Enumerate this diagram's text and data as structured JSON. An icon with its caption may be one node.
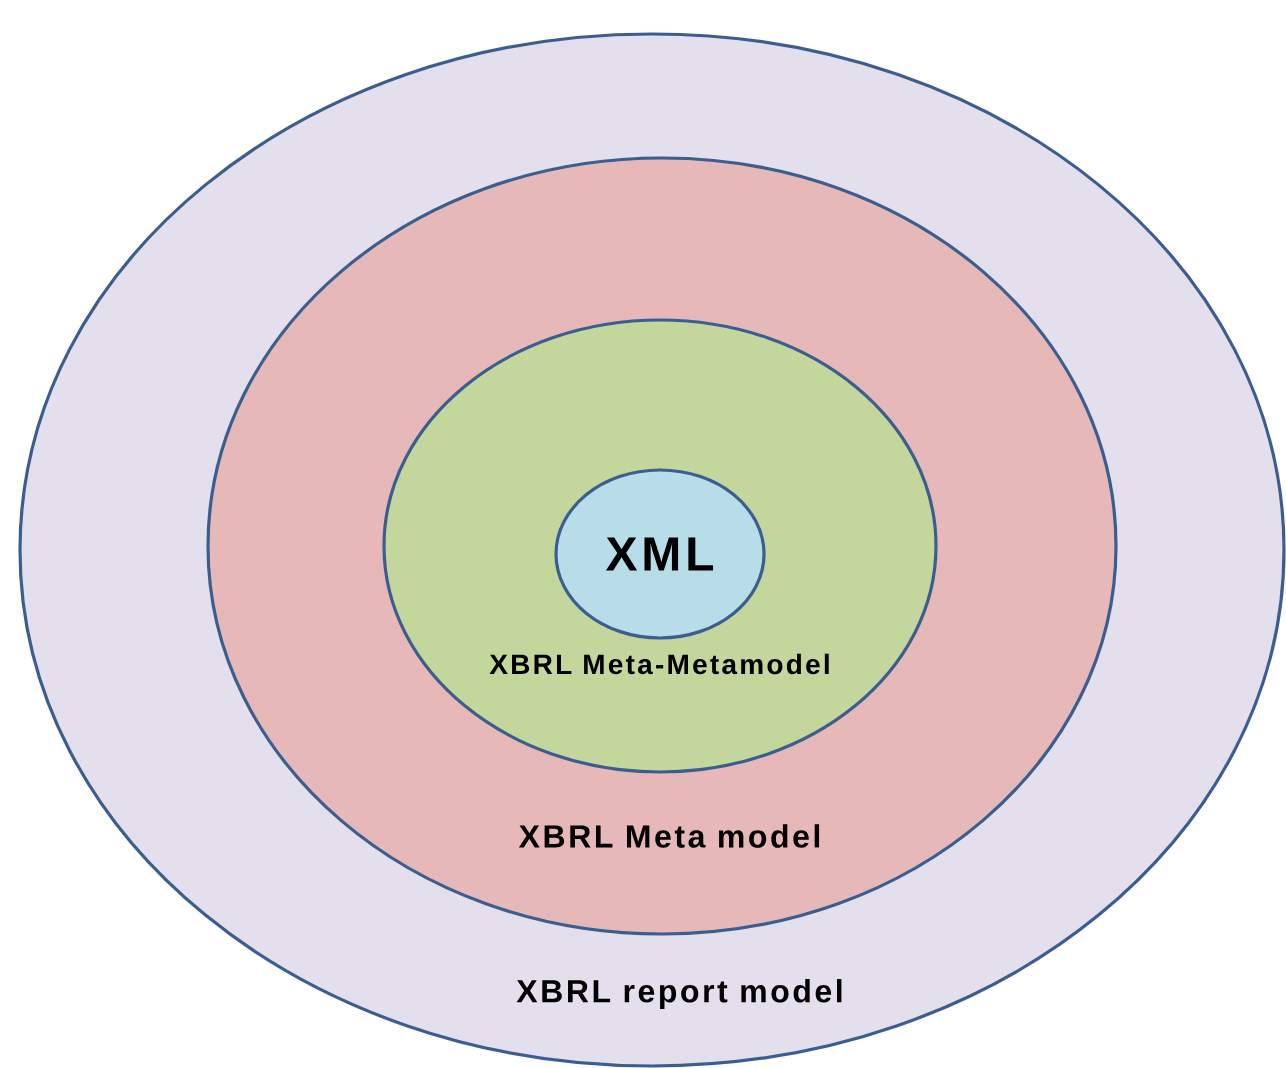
{
  "diagram": {
    "nodes": [
      {
        "text": [
          "XBRL report model"
        ]
      },
      {
        "text": [
          "XBRL Meta model"
        ],
        "in": 0
      },
      {
        "text": [
          "XBRL Meta-Metamodel"
        ],
        "in": 1
      },
      {
        "text": [
          "XML"
        ],
        "in": 2
      }
    ]
  }
}
